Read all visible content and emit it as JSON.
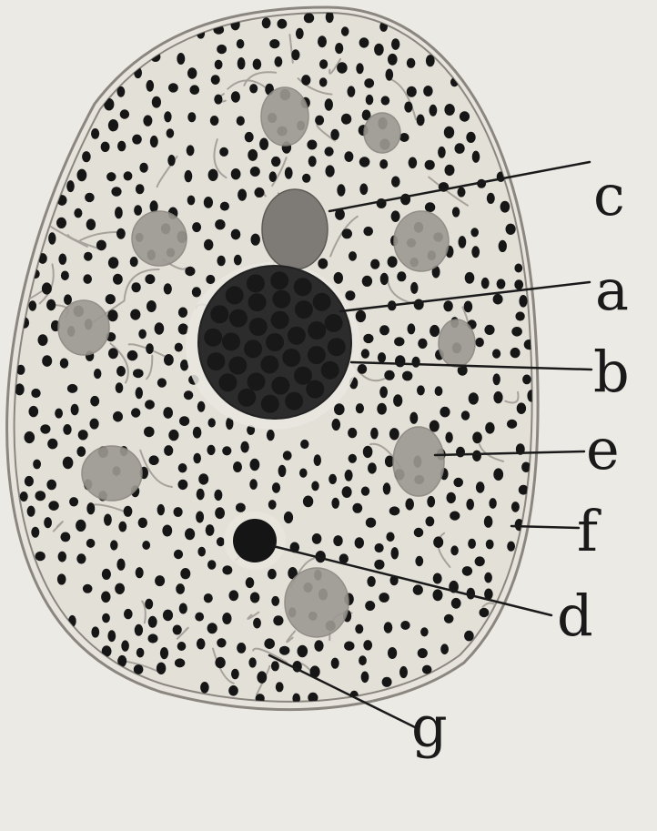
{
  "figure": {
    "labels": [
      {
        "id": "c",
        "text": "c"
      },
      {
        "id": "a",
        "text": "a"
      },
      {
        "id": "b",
        "text": "b"
      },
      {
        "id": "e",
        "text": "e"
      },
      {
        "id": "f",
        "text": "f"
      },
      {
        "id": "d",
        "text": "d"
      },
      {
        "id": "g",
        "text": "g"
      }
    ]
  },
  "colors": {
    "paper": "#eceae4",
    "cell_fill": "#e3e0d8",
    "outline": "#8b8780",
    "granule": "#161616",
    "nucleus_dark": "#2c2c2c",
    "nucleus_spot": "#181818",
    "nucleolus_c": "#7e7b76",
    "vesicle": "#9d9993",
    "network": "#a7a39c",
    "leader": "#1a1a1a"
  }
}
